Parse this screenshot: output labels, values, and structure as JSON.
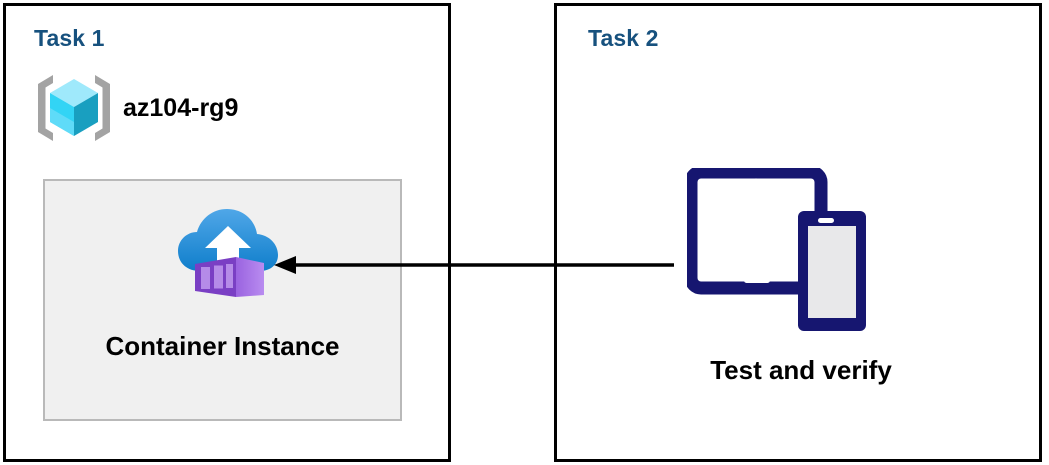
{
  "diagram": {
    "title": "Azure Container Instance task diagram",
    "background": "#ffffff",
    "colors": {
      "panel_border": "#000000",
      "task_title": "#17517e",
      "card_background": "#f0f0f0",
      "card_border": "#b9b9b9",
      "arrow": "#000000",
      "device_navy": "#161670",
      "cube_cyan_light": "#9fe9fb",
      "cube_cyan_mid": "#32d4f5",
      "cube_cyan_dark": "#199fc0",
      "bracket_gray": "#a3a3a3",
      "cloud_blue": "#1d85d4",
      "container_purple": "#b07ae8"
    }
  },
  "panels": [
    {
      "id": "task1",
      "title": "Task 1",
      "resource_group": {
        "icon": "resource-group-icon",
        "label": "az104-rg9"
      },
      "card": {
        "icon": "container-instance-icon",
        "label": "Container Instance"
      }
    },
    {
      "id": "task2",
      "title": "Task 2",
      "devices": {
        "icon": "devices-icon",
        "label": "Test and verify"
      }
    }
  ],
  "connector": {
    "name": "arrow-task2-to-container-instance",
    "direction": "right-to-left",
    "from": "Test and verify",
    "to": "Container Instance"
  }
}
